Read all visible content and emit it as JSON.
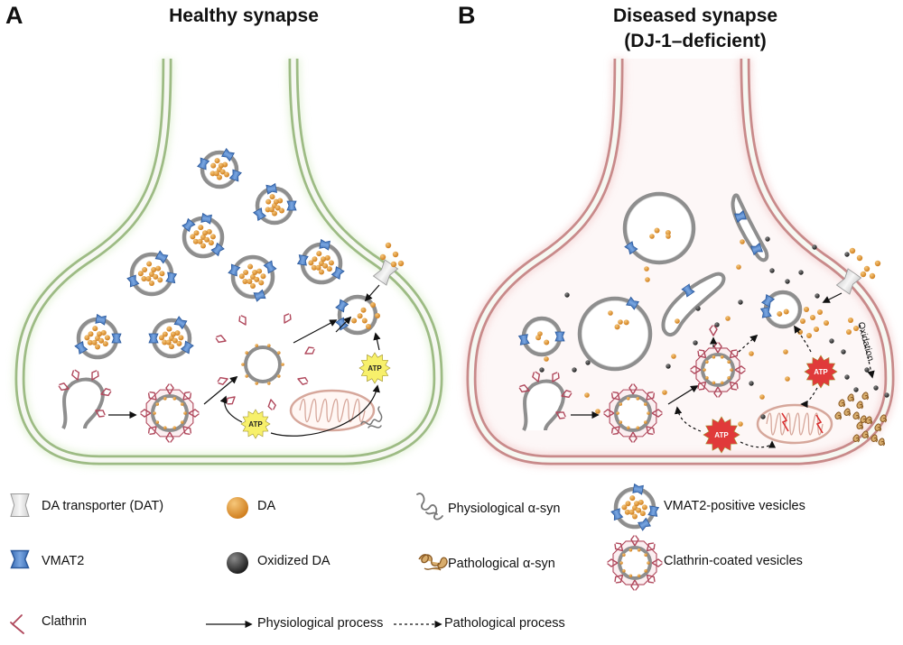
{
  "panels": {
    "a": {
      "letter": "A",
      "title": "Healthy synapse"
    },
    "b": {
      "letter": "B",
      "title_line1": "Diseased synapse",
      "title_line2": "(DJ-1–deficient)"
    }
  },
  "labels": {
    "atp": "ATP",
    "oxidation": "Oxidation"
  },
  "legend": {
    "dat": "DA transporter (DAT)",
    "da": "DA",
    "phys_syn": "Physiological α-syn",
    "vmat_vesicles": "VMAT2-positive vesicles",
    "vmat2": "VMAT2",
    "oxidized_da": "Oxidized DA",
    "path_syn": "Pathological α-syn",
    "clathrin_vesicles": "Clathrin-coated vesicles",
    "clathrin": "Clathrin",
    "phys_process": "Physiological process",
    "path_process": "Pathological process"
  },
  "colors": {
    "healthy_membrane": "#9dbb84",
    "diseased_membrane": "#c88a8a",
    "da": "#e39b34",
    "oxidized_da": "#3c3c3c",
    "vmat2": "#4f84cc",
    "clathrin": "#b0485c",
    "atp_healthy": "#f7f06b",
    "atp_diseased": "#e03a3a"
  }
}
